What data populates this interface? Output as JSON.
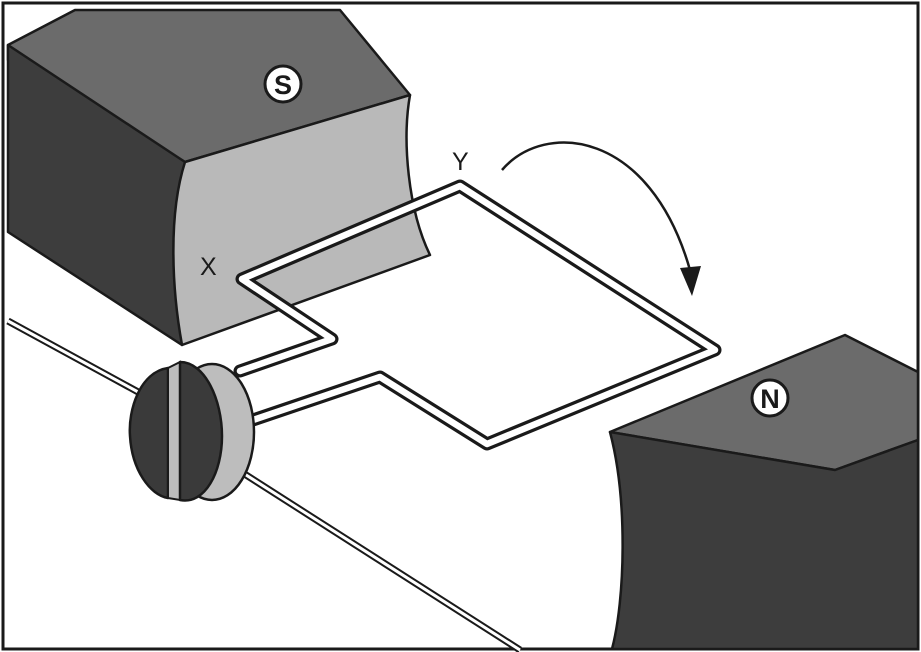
{
  "diagram": {
    "labels": {
      "south_pole": "S",
      "north_pole": "N",
      "corner_x": "X",
      "corner_y": "Y"
    },
    "colors": {
      "magnet_dark": "#3d3d3d",
      "magnet_mid": "#6b6b6b",
      "magnet_light": "#b9b9b9",
      "commutator_dark": "#3a3a3a",
      "commutator_light": "#bdbdbd",
      "outline": "#1a1a1a",
      "background": "#ffffff"
    },
    "icons": {
      "rotation": "curved-arrow-icon"
    }
  }
}
